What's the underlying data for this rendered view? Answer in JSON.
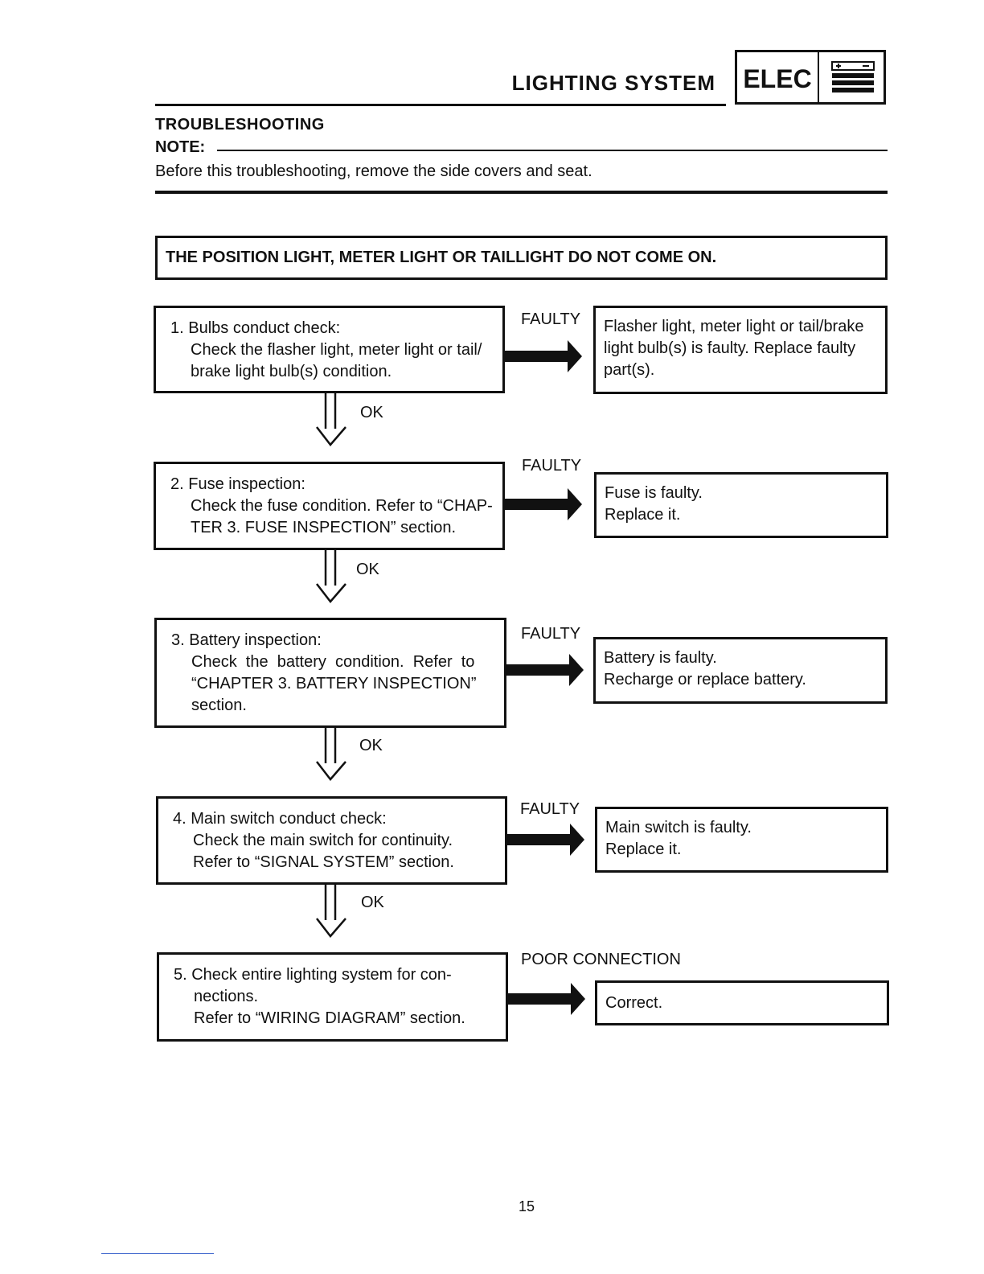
{
  "header": {
    "title": "LIGHTING SYSTEM",
    "section_tag": "ELEC",
    "section_icon": "battery-icon"
  },
  "section_heading": "TROUBLESHOOTING",
  "note": {
    "label": "NOTE:",
    "text": "Before this troubleshooting, remove the side covers and seat."
  },
  "problem": "THE POSITION LIGHT, METER LIGHT OR TAILLIGHT DO NOT COME ON.",
  "steps": [
    {
      "title": "1. Bulbs conduct check:",
      "body": "Check the flasher light, meter light or tail/\nbrake light bulb(s) condition.",
      "branch_label": "FAULTY",
      "result": "Flasher light, meter light or tail/brake\nlight bulb(s) is faulty. Replace faulty\npart(s).",
      "next_label": "OK"
    },
    {
      "title": "2. Fuse inspection:",
      "body": "Check the fuse condition. Refer to “CHAP-\nTER 3. FUSE INSPECTION” section.",
      "branch_label": "FAULTY",
      "result": "Fuse is faulty.\nReplace it.",
      "next_label": "OK"
    },
    {
      "title": "3. Battery inspection:",
      "body": "Check  the  battery  condition.  Refer  to\n“CHAPTER 3. BATTERY INSPECTION”\nsection.",
      "branch_label": "FAULTY",
      "result": "Battery is faulty.\nRecharge or replace battery.",
      "next_label": "OK"
    },
    {
      "title": "4. Main switch conduct check:",
      "body": "Check the main switch for continuity.\nRefer to “SIGNAL SYSTEM” section.",
      "branch_label": "FAULTY",
      "result": "Main switch is faulty.\nReplace it.",
      "next_label": "OK"
    },
    {
      "title": "5. Check  entire  lighting  system  for  con-",
      "body": "nections.\nRefer to “WIRING DIAGRAM” section.",
      "branch_label": "POOR CONNECTION",
      "result": "Correct."
    }
  ],
  "page_number": "15"
}
